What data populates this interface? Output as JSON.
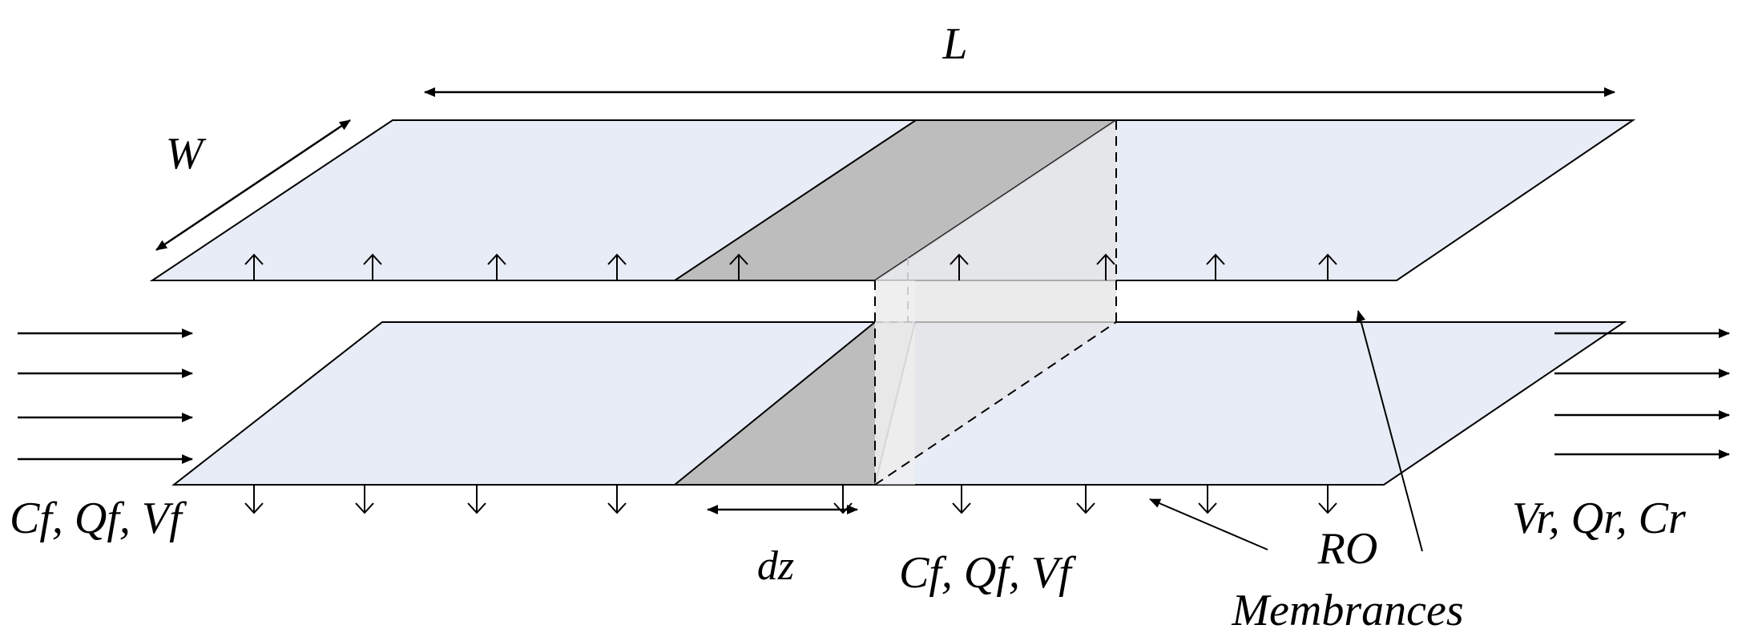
{
  "labels": {
    "length": "L",
    "width": "W",
    "dz": "dz",
    "inlet": "Cf, Qf, Vf",
    "outlet": "Vr, Qr, Cr",
    "element_outflow": "Cf, Qf, Vf",
    "membrane_line1": "RO",
    "membrane_line2": "Membrances"
  },
  "colors": {
    "plate_fill": "#e7ecf6",
    "element_dark": "#bdbdbd",
    "element_light": "#ececec",
    "line": "#000000"
  }
}
